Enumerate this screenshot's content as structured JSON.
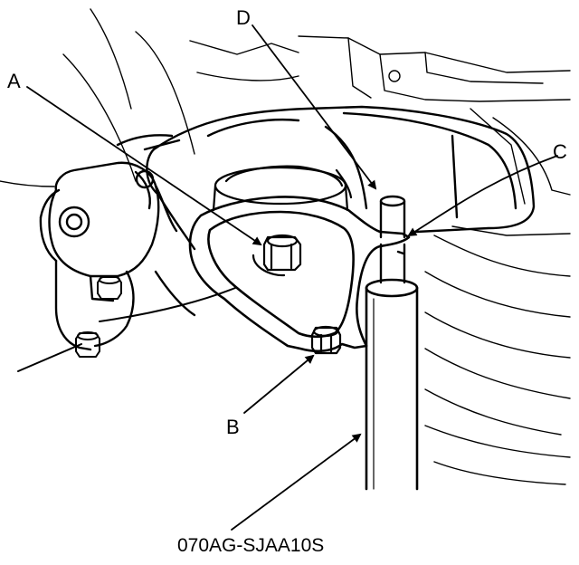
{
  "callouts": {
    "a": "A",
    "b": "B",
    "c": "C",
    "d": "D"
  },
  "tool_part_number": "070AG-SJAA10S",
  "colors": {
    "line": "#000000",
    "background": "#ffffff"
  }
}
